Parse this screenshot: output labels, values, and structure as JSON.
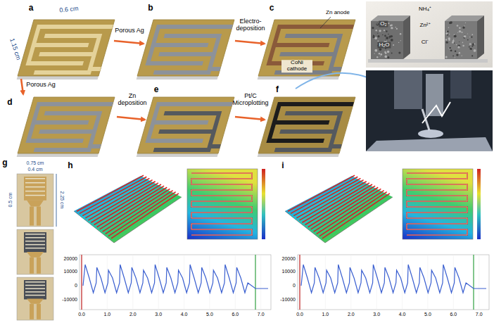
{
  "diagram": {
    "labels": [
      "a",
      "0.6 cm",
      "1.15 cm",
      "Porous Ag",
      "b",
      "Electro-deposition",
      "c",
      "Zn anode",
      "CoNi cathode",
      "O₂",
      "H₂O",
      "NH₄⁺",
      "Zn²⁺",
      "Cl⁻",
      "d",
      "Porous Ag",
      "e",
      "Zn deposition",
      "f",
      "Pt/C Microplotting",
      "g",
      "0.75 cm",
      "0.4 cm",
      "2.25 cm",
      "0.5 cm",
      "h",
      "i",
      "0.0",
      "1.0",
      "2.0",
      "3.0",
      "4.0",
      "5.0",
      "6.0",
      "7.0",
      "20000",
      "10000",
      "0",
      "-10000",
      "0.0",
      "1.0",
      "2.0",
      "3.0",
      "4.0",
      "5.0",
      "6.0",
      "7.0",
      "20000",
      "10000",
      "0",
      "-10000"
    ]
  }
}
